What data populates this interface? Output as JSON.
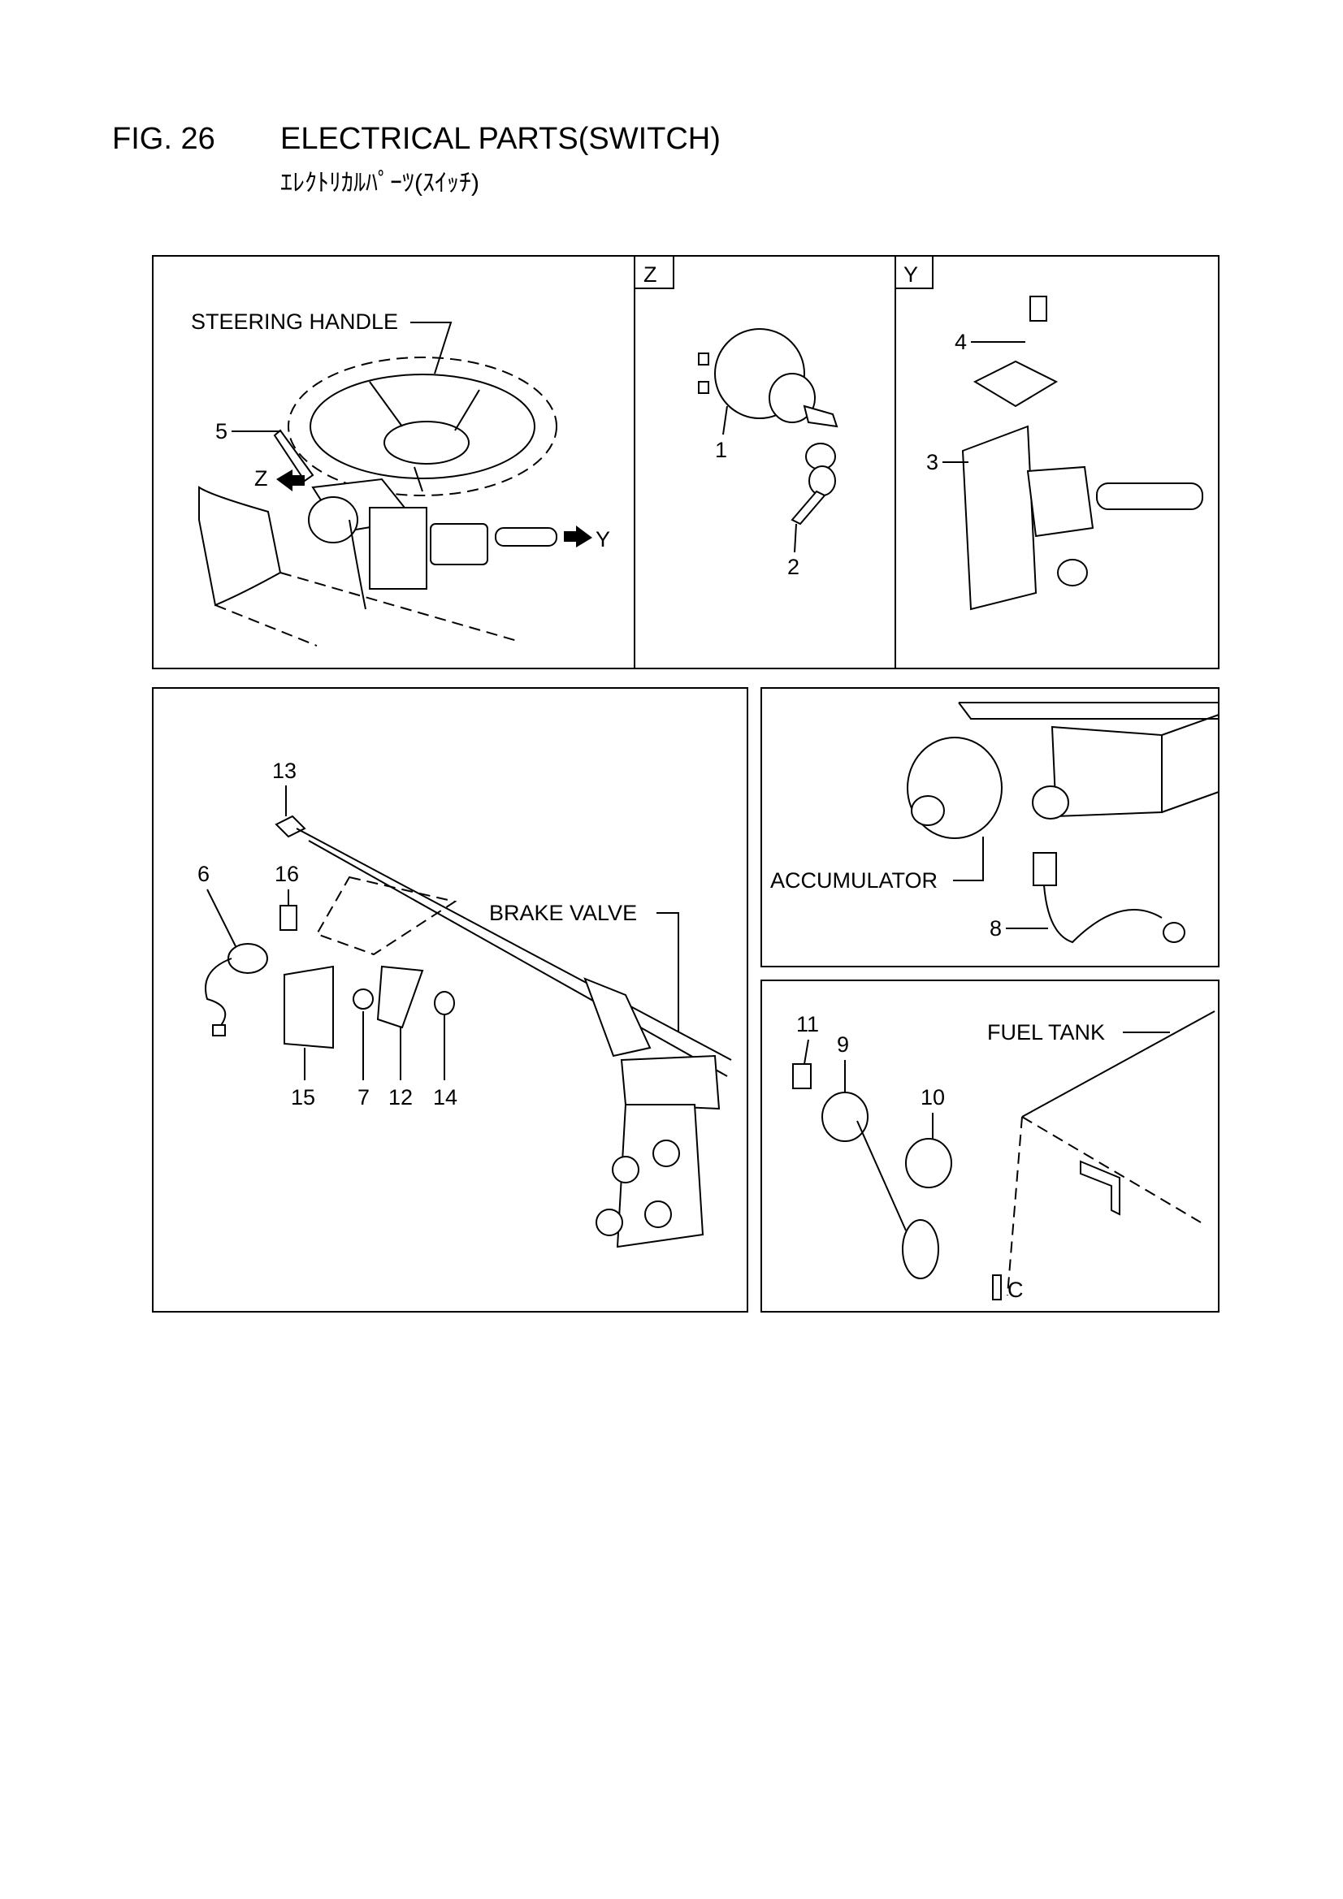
{
  "header": {
    "fig_no": "FIG. 26",
    "title": "ELECTRICAL PARTS(SWITCH)",
    "subtitle": "ｴﾚｸﾄﾘｶﾙﾊﾟｰﾂ(ｽｲｯﾁ)"
  },
  "panels": {
    "view_z": "Z",
    "view_y": "Y"
  },
  "labels": {
    "steering_handle": "STEERING HANDLE",
    "brake_valve": "BRAKE VALVE",
    "accumulator": "ACCUMULATOR",
    "fuel_tank": "FUEL TANK",
    "arrow_z": "Z",
    "arrow_y": "Y",
    "mark_c": "C"
  },
  "callouts": {
    "p1": "1",
    "p2": "2",
    "p3": "3",
    "p4": "4",
    "p5": "5",
    "p6": "6",
    "p7": "7",
    "p8": "8",
    "p9": "9",
    "p10": "10",
    "p11": "11",
    "p12": "12",
    "p13": "13",
    "p14": "14",
    "p15": "15",
    "p16": "16"
  }
}
